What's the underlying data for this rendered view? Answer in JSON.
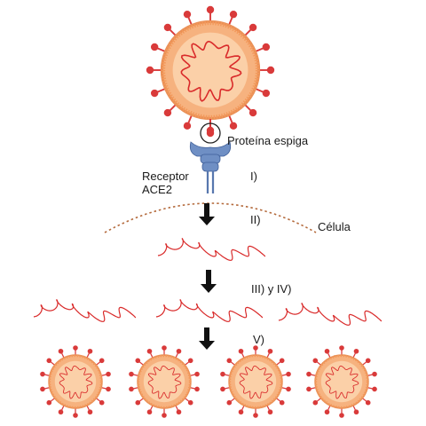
{
  "labels": {
    "spike_protein": "Proteína espiga",
    "receptor_line1": "Receptor",
    "receptor_line2": "ACE2",
    "cell": "Célula",
    "step_1": "I)",
    "step_2": "II)",
    "step_3_4": "III) y IV)",
    "step_5": "V)"
  },
  "colors": {
    "virus_fill": "#f6b27f",
    "virus_inner": "#fbd0a8",
    "virus_ring": "#e98f55",
    "spike": "#d93a3a",
    "rna": "#d92a2a",
    "receptor": "#6f8fc4",
    "receptor_dark": "#3f5f99",
    "arrow": "#111111",
    "membrane": "#b46a3c"
  }
}
